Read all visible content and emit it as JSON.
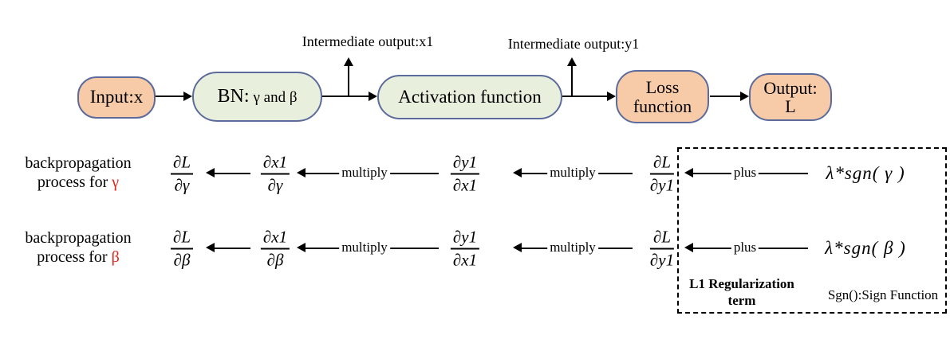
{
  "colors": {
    "peach_node": "#f8cba8",
    "green_node": "#e8f0dd",
    "node_border": "#5c6b9c",
    "param_red": "#e3231a",
    "line_black": "#000000",
    "background": "#ffffff"
  },
  "flow": {
    "nodes": {
      "input": "Input:x",
      "bn_prefix": "BN:",
      "bn_params": "γ and β",
      "activation": "Activation function",
      "loss_line1": "Loss",
      "loss_line2": "function",
      "output_line1": "Output:",
      "output_line2": "L"
    },
    "intermediate_x1": "Intermediate output:x1",
    "intermediate_y1": "Intermediate output:y1"
  },
  "backprop": {
    "gamma": {
      "label_line1": "backpropagation",
      "label_line2": "process for ",
      "param": "γ",
      "frac1": {
        "num": "∂L",
        "den": "∂γ"
      },
      "frac2": {
        "num": "∂x1",
        "den": "∂γ"
      },
      "frac3": {
        "num": "∂y1",
        "den": "∂x1"
      },
      "frac4": {
        "num": "∂L",
        "den": "∂y1"
      },
      "multiply1": "multiply",
      "multiply2": "multiply",
      "plus": "plus",
      "reg_term": "λ*sgn( γ )"
    },
    "beta": {
      "label_line1": "backpropagation",
      "label_line2": "process for ",
      "param": "β",
      "frac1": {
        "num": "∂L",
        "den": "∂β"
      },
      "frac2": {
        "num": "∂x1",
        "den": "∂β"
      },
      "frac3": {
        "num": "∂y1",
        "den": "∂x1"
      },
      "frac4": {
        "num": "∂L",
        "den": "∂y1"
      },
      "multiply1": "multiply",
      "multiply2": "multiply",
      "plus": "plus",
      "reg_term": "λ*sgn( β )"
    }
  },
  "regularization": {
    "title_line1": "L1 Regularization",
    "title_line2": "term",
    "note": "Sgn():Sign Function"
  }
}
